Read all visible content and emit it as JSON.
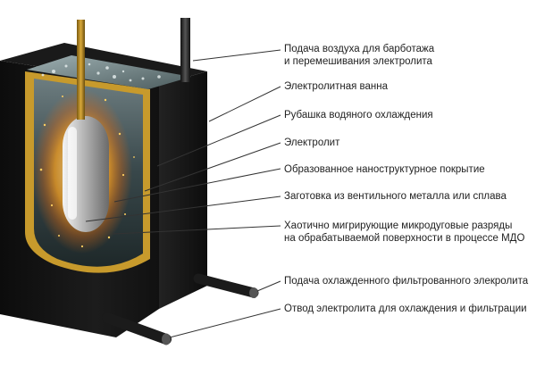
{
  "labels": [
    {
      "lines": [
        "Подача воздуха для барботажа",
        "и перемешивания электролита"
      ]
    },
    {
      "lines": [
        "Электролитная ванна"
      ]
    },
    {
      "lines": [
        "Рубашка водяного охлаждения"
      ]
    },
    {
      "lines": [
        "Электролит"
      ]
    },
    {
      "lines": [
        "Образованное наноструктурное покрытие"
      ]
    },
    {
      "lines": [
        "Заготовка из вентильного металла или сплава"
      ]
    },
    {
      "lines": [
        "Хаотично мигрирующие микродуговые разряды",
        "на обрабатываемой поверхности в процессе МДО"
      ]
    },
    {
      "lines": [
        "Подача охлажденного фильтрованного элекролита"
      ]
    },
    {
      "lines": [
        "Отвод электролита для охлаждения и фильтрации"
      ]
    }
  ],
  "colors": {
    "tank": "#1a1a1a",
    "gold_jacket": "#c79a2c",
    "electrolyte": "#3d4a4c",
    "arc_glow": "#f08a1e",
    "workpiece": "#9a9a9a",
    "leader": "#333333"
  }
}
